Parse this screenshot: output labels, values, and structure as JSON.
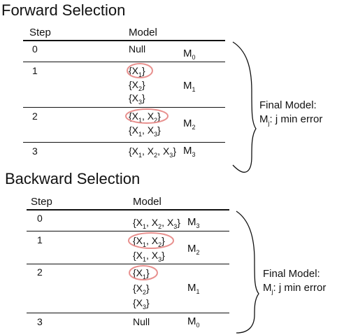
{
  "forward": {
    "title": "Forward Selection",
    "col_step": "Step",
    "col_model": "Model",
    "rows": [
      {
        "step": "0",
        "models": [
          {
            "base": "Null"
          }
        ],
        "m_base": "M",
        "m_sub": "0"
      },
      {
        "step": "1",
        "models": [
          {
            "base": "{X",
            "sub1": "1",
            "end": "}",
            "highlight": true
          },
          {
            "base": "{X",
            "sub1": "2",
            "end": "}"
          },
          {
            "base": "{X",
            "sub1": "3",
            "end": "}"
          }
        ],
        "m_base": "M",
        "m_sub": "1"
      },
      {
        "step": "2",
        "models": [
          {
            "base": "{X",
            "sub1": "1",
            "mid": ", X",
            "sub2": "2",
            "end": "}",
            "highlight": true
          },
          {
            "base": "{X",
            "sub1": "1",
            "mid": ", X",
            "sub2": "3",
            "end": "}"
          }
        ],
        "m_base": "M",
        "m_sub": "2"
      },
      {
        "step": "3",
        "models": [
          {
            "base": "{X",
            "sub1": "1",
            "mid": ", X",
            "sub2": "2",
            "mid2": ", X",
            "sub3": "3",
            "end": "}"
          }
        ],
        "m_base": "M",
        "m_sub": "3"
      }
    ],
    "final_line1": "Final Model:",
    "final_m": "M",
    "final_sub": "j",
    "final_rest": ": j min error"
  },
  "backward": {
    "title": "Backward Selection",
    "col_step": "Step",
    "col_model": "Model",
    "rows": [
      {
        "step": "0",
        "models": [
          {
            "base": "{X",
            "sub1": "1",
            "mid": ", X",
            "sub2": "2",
            "mid2": ", X",
            "sub3": "3",
            "end": "}"
          }
        ],
        "m_base": "M",
        "m_sub": "3"
      },
      {
        "step": "1",
        "models": [
          {
            "base": "{X",
            "sub1": "1",
            "mid": ", X",
            "sub2": "2",
            "end": "}",
            "highlight": true
          },
          {
            "base": "{X",
            "sub1": "1",
            "mid": ", X",
            "sub2": "3",
            "end": "}"
          }
        ],
        "m_base": "M",
        "m_sub": "2"
      },
      {
        "step": "2",
        "models": [
          {
            "base": "{X",
            "sub1": "1",
            "end": "}",
            "highlight": true
          },
          {
            "base": "{X",
            "sub1": "2",
            "end": "}"
          },
          {
            "base": "{X",
            "sub1": "3",
            "end": "}"
          }
        ],
        "m_base": "M",
        "m_sub": "1"
      },
      {
        "step": "3",
        "models": [
          {
            "base": "Null"
          }
        ],
        "m_base": "M",
        "m_sub": "0"
      }
    ],
    "final_line1": "Final Model:",
    "final_m": "M",
    "final_sub": "j",
    "final_rest": ": j min error"
  },
  "colors": {
    "highlight": "#e8908e",
    "ink": "#111111"
  }
}
